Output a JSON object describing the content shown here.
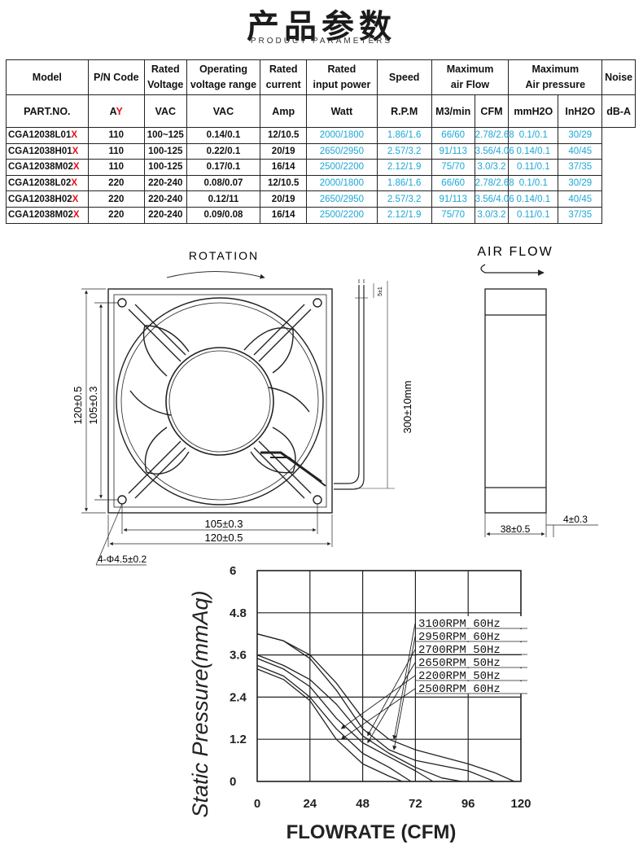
{
  "title": {
    "cn": "产品参数",
    "en": "PRODUCT PARAMETERS"
  },
  "table": {
    "header1": {
      "model": "Model",
      "pn": "P/N Code",
      "rated_voltage": [
        "Rated",
        "Voltage"
      ],
      "operating_range": [
        "Operating",
        "voltage range"
      ],
      "rated_current": [
        "Rated",
        "current"
      ],
      "rated_power": [
        "Rated",
        "input power"
      ],
      "speed": "Speed",
      "max_airflow": [
        "Maximum",
        "air Flow"
      ],
      "max_pressure": [
        "Maximum",
        "Air pressure"
      ],
      "noise": "Noise"
    },
    "header2": [
      "PART.NO.",
      "VAC",
      "VAC",
      "Amp",
      "Watt",
      "R.P.M",
      "M3/min",
      "CFM",
      "mmH2O",
      "InH2O",
      "dB-A"
    ],
    "pn_code": {
      "prefix": "A",
      "suffix": "Y"
    },
    "rows": [
      {
        "model": "CGA12038L01",
        "x": "X",
        "voltage": "110",
        "range": "100~125",
        "current": "0.14/0.1",
        "power": "12/10.5",
        "rpm": "2000/1800",
        "m3": "1.86/1.6",
        "cfm": "66/60",
        "mmh2o": "2.78/2.68",
        "inh2o": "0.1/0.1",
        "noise": "30/29"
      },
      {
        "model": "CGA12038H01",
        "x": "X",
        "voltage": "110",
        "range": "100-125",
        "current": "0.22/0.1",
        "power": "20/19",
        "rpm": "2650/2950",
        "m3": "2.57/3.2",
        "cfm": "91/113",
        "mmh2o": "3.56/4.06",
        "inh2o": "0.14/0.1",
        "noise": "40/45"
      },
      {
        "model": "CGA12038M02",
        "x": "X",
        "voltage": "110",
        "range": "100-125",
        "current": "0.17/0.1",
        "power": "16/14",
        "rpm": "2500/2200",
        "m3": "2.12/1.9",
        "cfm": "75/70",
        "mmh2o": "3.0/3.2",
        "inh2o": "0.11/0.1",
        "noise": "37/35"
      },
      {
        "model": "CGA12038L02",
        "x": "X",
        "voltage": "220",
        "range": "220-240",
        "current": "0.08/0.07",
        "power": "12/10.5",
        "rpm": "2000/1800",
        "m3": "1.86/1.6",
        "cfm": "66/60",
        "mmh2o": "2.78/2.68",
        "inh2o": "0.1/0.1",
        "noise": "30/29"
      },
      {
        "model": "CGA12038H02",
        "x": "X",
        "voltage": "220",
        "range": "220-240",
        "current": "0.12/11",
        "power": "20/19",
        "rpm": "2650/2950",
        "m3": "2.57/3.2",
        "cfm": "91/113",
        "mmh2o": "3.56/4.06",
        "inh2o": "0.14/0.1",
        "noise": "40/45"
      },
      {
        "model": "CGA12038M02",
        "x": "X",
        "voltage": "220",
        "range": "220-240",
        "current": "0.09/0.08",
        "power": "16/14",
        "rpm": "2500/2200",
        "m3": "2.12/1.9",
        "cfm": "75/70",
        "mmh2o": "3.0/3.2",
        "inh2o": "0.11/0.1",
        "noise": "37/35"
      }
    ]
  },
  "drawing": {
    "rotation": "ROTATION",
    "airflow": "AIR FLOW",
    "dim_outer_v": "120±0.5",
    "dim_inner_v": "105±0.3",
    "dim_inner_h": "105±0.3",
    "dim_outer_h": "120±0.5",
    "dim_holes": "4-Φ4.5±0.2",
    "dim_cable": "300±10mm",
    "dim_tip": "5±1",
    "dim_depth": "38±0.5",
    "dim_flange": "4±0.3"
  },
  "chart_data": {
    "type": "line",
    "title": "",
    "xlabel": "FLOWRATE (CFM)",
    "ylabel": "Static Pressure(mmAq)",
    "xlim": [
      0,
      120
    ],
    "ylim": [
      0,
      6
    ],
    "xticks": [
      0,
      24,
      48,
      72,
      96,
      120
    ],
    "yticks": [
      0,
      1.2,
      2.4,
      3.6,
      4.8,
      6
    ],
    "grid": true,
    "series": [
      {
        "name": "3100RPM  60Hz",
        "x": [
          0,
          12,
          24,
          36,
          48,
          60,
          72,
          84,
          96,
          108,
          117
        ],
        "y": [
          4.2,
          4.0,
          3.6,
          2.8,
          1.8,
          1.2,
          0.9,
          0.7,
          0.5,
          0.25,
          0
        ]
      },
      {
        "name": "2950RPM  60Hz",
        "x": [
          0,
          12,
          24,
          36,
          48,
          60,
          72,
          84,
          96,
          104,
          108
        ],
        "y": [
          4.2,
          4.0,
          3.5,
          2.6,
          1.5,
          0.9,
          0.6,
          0.45,
          0.3,
          0.1,
          0
        ]
      },
      {
        "name": "2700RPM  50Hz",
        "x": [
          0,
          12,
          24,
          36,
          48,
          60,
          72,
          84,
          93
        ],
        "y": [
          3.6,
          3.3,
          2.9,
          2.2,
          1.3,
          0.8,
          0.4,
          0.1,
          0
        ]
      },
      {
        "name": "2650RPM  50Hz",
        "x": [
          0,
          12,
          24,
          36,
          48,
          60,
          72,
          80
        ],
        "y": [
          3.5,
          3.2,
          2.7,
          1.8,
          1.1,
          0.7,
          0.3,
          0
        ]
      },
      {
        "name": "2200RPM  50Hz",
        "x": [
          0,
          12,
          24,
          36,
          48,
          60,
          70
        ],
        "y": [
          3.3,
          3.0,
          2.4,
          1.5,
          0.8,
          0.4,
          0
        ]
      },
      {
        "name": "2500RPM  60Hz",
        "x": [
          0,
          12,
          24,
          36,
          48,
          60,
          66
        ],
        "y": [
          3.2,
          2.9,
          2.3,
          1.2,
          0.5,
          0.15,
          0
        ]
      }
    ]
  }
}
